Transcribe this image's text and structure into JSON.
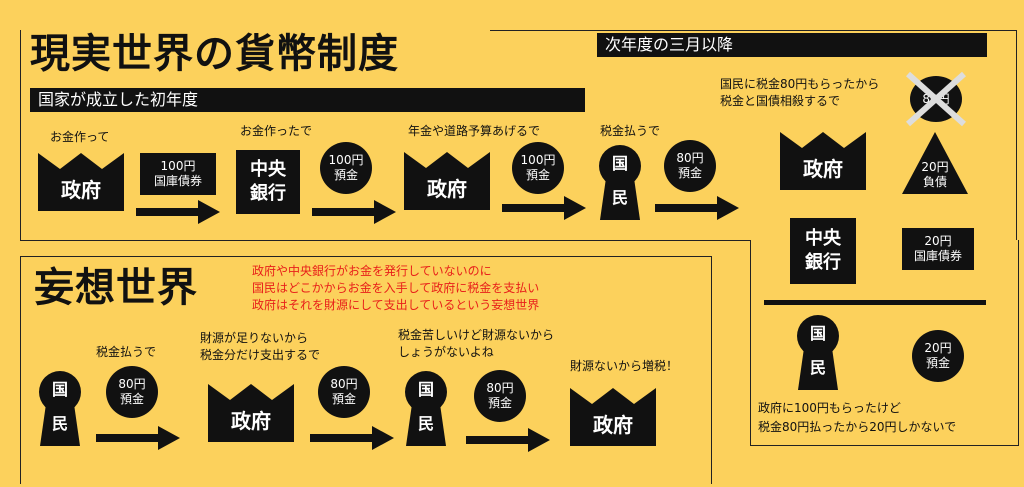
{
  "colors": {
    "background": "#fcd15c",
    "ink": "#111111",
    "alert": "#e8201a",
    "cross": "#dddddd"
  },
  "icons": {
    "crown": "crown-icon",
    "pawn": "pawn-icon",
    "arrow": "right-arrow-icon",
    "triangle": "triangle-icon",
    "cross": "cross-out-icon"
  },
  "real": {
    "title": "現実世界の貨幣制度",
    "bar1": "国家が成立した初年度",
    "bar2": "次年度の三月以降",
    "step1_note": "お金作って",
    "step1_actor": "政府",
    "step1_item_l1": "100円",
    "step1_item_l2": "国庫債券",
    "step2_note": "お金作ったで",
    "step2_actor_l1": "中央",
    "step2_actor_l2": "銀行",
    "step2_item_l1": "100円",
    "step2_item_l2": "預金",
    "step3_note": "年金や道路予算あげるで",
    "step3_actor": "政府",
    "step3_item_l1": "100円",
    "step3_item_l2": "預金",
    "step4_note": "税金払うで",
    "step4_actor_l1": "国",
    "step4_actor_l2": "民",
    "step4_item_l1": "80円",
    "step4_item_l2": "預金",
    "next_note_l1": "国民に税金80円もらったから",
    "next_note_l2": "税金と国債相殺するで",
    "next_gov": "政府",
    "crossed_item": "80円",
    "debt_l1": "20円",
    "debt_l2": "負債",
    "bank_l1": "中央",
    "bank_l2": "銀行",
    "bond_l1": "20円",
    "bond_l2": "国庫債券",
    "people_l1": "国",
    "people_l2": "民",
    "deposit_l1": "20円",
    "deposit_l2": "預金",
    "bottom_note_l1": "政府に100円もらったけど",
    "bottom_note_l2": "税金80円払ったから20円しかないで"
  },
  "fantasy": {
    "title": "妄想世界",
    "red_l1": "政府や中央銀行がお金を発行していないのに",
    "red_l2": "国民はどこかからお金を入手して政府に税金を支払い",
    "red_l3": "政府はそれを財源にして支出しているという妄想世界",
    "s1_note": "税金払うで",
    "s1_actor_l1": "国",
    "s1_actor_l2": "民",
    "s1_item_l1": "80円",
    "s1_item_l2": "預金",
    "s2_note_l1": "財源が足りないから",
    "s2_note_l2": "税金分だけ支出するで",
    "s2_actor": "政府",
    "s2_item_l1": "80円",
    "s2_item_l2": "預金",
    "s3_note_l1": "税金苦しいけど財源ないから",
    "s3_note_l2": "しょうがないよね",
    "s3_actor_l1": "国",
    "s3_actor_l2": "民",
    "s3_item_l1": "80円",
    "s3_item_l2": "預金",
    "s4_note": "財源ないから増税！",
    "s4_actor": "政府"
  }
}
